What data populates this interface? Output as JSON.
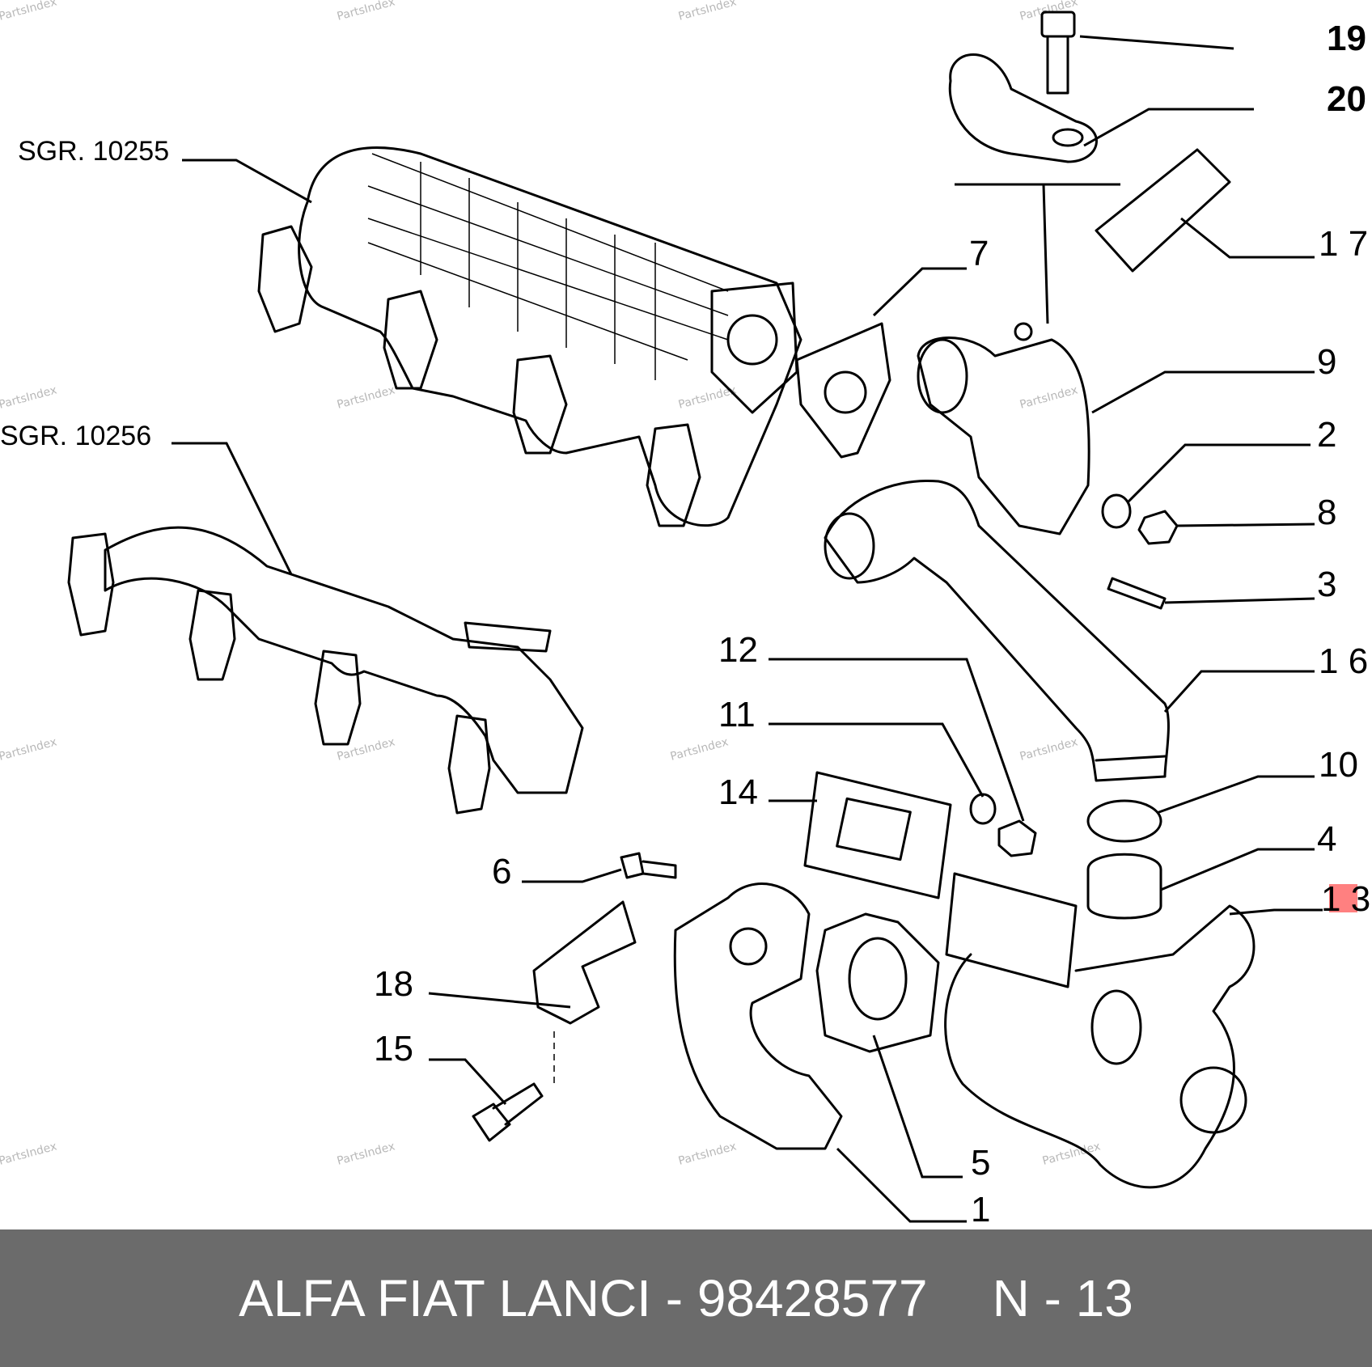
{
  "watermark": "PartsIndex",
  "callouts": {
    "sgr_10255": "SGR. 10255",
    "sgr_10256": "SGR. 10256",
    "c19": "19",
    "c20": "20",
    "c17": "1 7",
    "c7": "7",
    "c9": "9",
    "c2": "2",
    "c8": "8",
    "c3": "3",
    "c12": "12",
    "c16": "1 6",
    "c11": "11",
    "c10": "10",
    "c14": "14",
    "c4": "4",
    "c6": "6",
    "c13": "1 3",
    "c18": "18",
    "c15": "15",
    "c5": "5",
    "c1": "1"
  },
  "highlight_color": "#ff8080",
  "footer": {
    "brand": "ALFA FIAT LANCI",
    "separator": " - ",
    "part_number": "98428577",
    "position_label": "N - 13"
  }
}
